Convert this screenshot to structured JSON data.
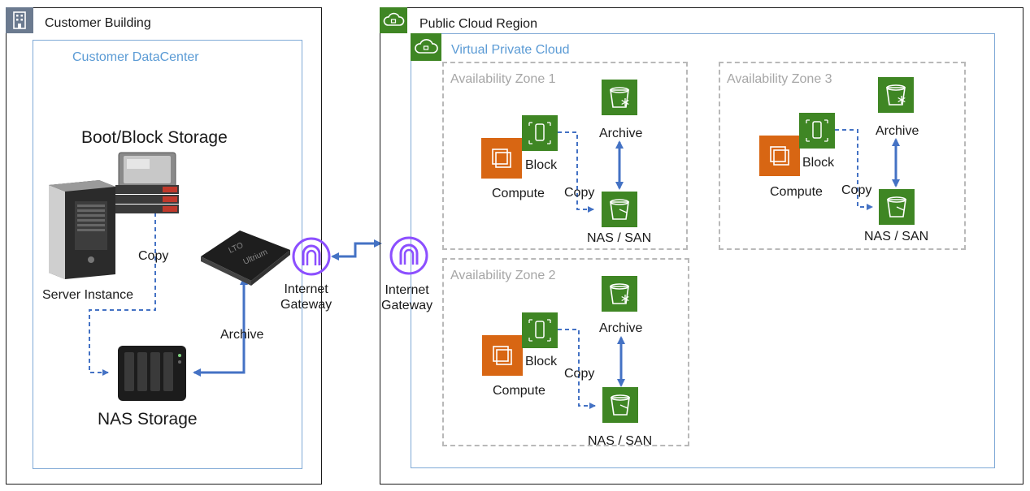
{
  "customer": {
    "building_title": "Customer Building",
    "datacenter_title": "Customer DataCenter",
    "boot_block_storage": "Boot/Block Storage",
    "server_instance": "Server Instance",
    "copy": "Copy",
    "nas_storage": "NAS Storage",
    "archive": "Archive",
    "tape_text_lto": "LTO",
    "tape_text_ultrium": "Ultrium",
    "internet_gateway": "Internet\nGateway"
  },
  "cloud": {
    "region_title": "Public Cloud Region",
    "vpc_title": "Virtual Private Cloud",
    "internet_gateway": "Internet\nGateway",
    "zones": [
      {
        "title": "Availability Zone 1",
        "archive": "Archive",
        "block": "Block",
        "compute": "Compute",
        "copy": "Copy",
        "nas_san": "NAS / SAN"
      },
      {
        "title": "Availability Zone 2",
        "archive": "Archive",
        "block": "Block",
        "compute": "Compute",
        "copy": "Copy",
        "nas_san": "NAS / SAN"
      },
      {
        "title": "Availability Zone 3",
        "archive": "Archive",
        "block": "Block",
        "compute": "Compute",
        "copy": "Copy",
        "nas_san": "NAS / SAN"
      }
    ]
  },
  "colors": {
    "aws_green": "#3f8624",
    "aws_orange": "#d86613",
    "gateway_purple": "#8c4fff",
    "arrow_blue": "#4472c4",
    "frame_blue": "#7fa9d6",
    "zone_gray": "#b9b9b9"
  },
  "icons": [
    "building-icon",
    "cloud-icon",
    "server-tower-icon",
    "hard-drive-stack-icon",
    "tape-cartridge-icon",
    "nas-device-icon",
    "internet-gateway-icon",
    "compute-chip-icon",
    "block-storage-icon",
    "bucket-icon",
    "glacier-bucket-icon"
  ]
}
